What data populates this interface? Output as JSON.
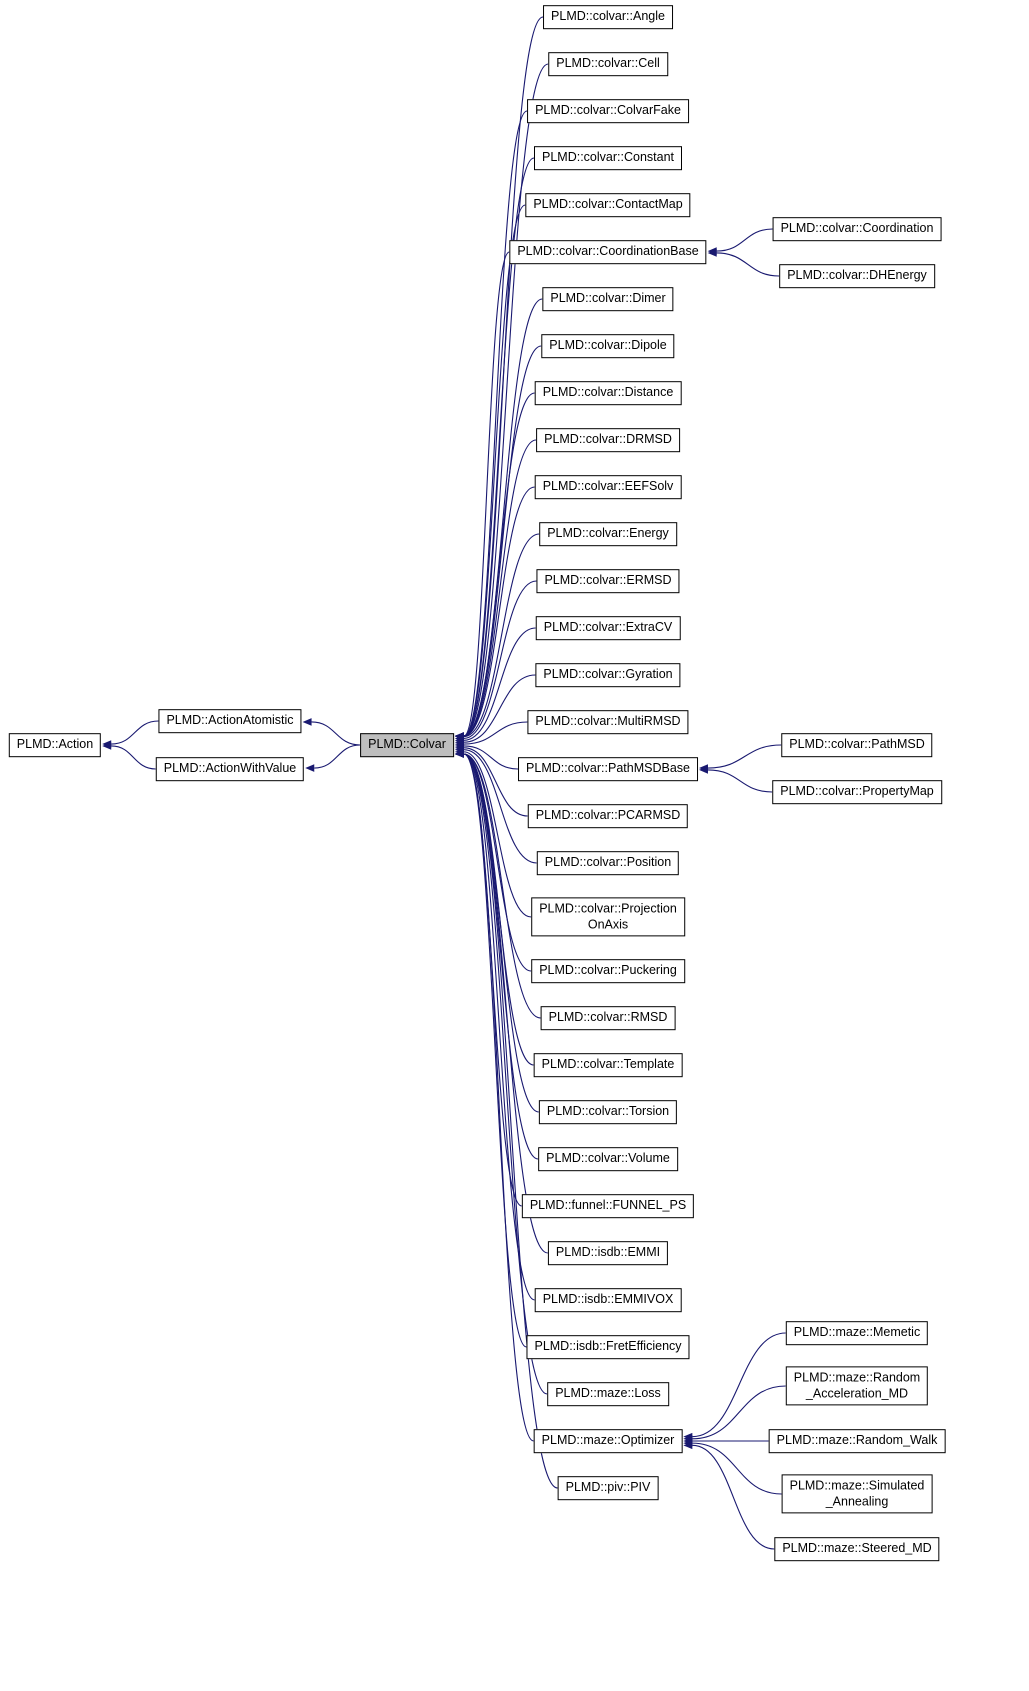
{
  "diagram": {
    "type": "class-inheritance-graph",
    "root_class": "PLMD::Colvar",
    "edge_color": "#191970",
    "highlight_fill": "#bebebe",
    "node_fill": "#ffffff",
    "node_border": "#000000"
  },
  "nodes": {
    "action": {
      "label": "PLMD::Action"
    },
    "actionatomistic": {
      "label": "PLMD::ActionAtomistic"
    },
    "actionwithvalue": {
      "label": "PLMD::ActionWithValue"
    },
    "colvar": {
      "label": "PLMD::Colvar"
    },
    "angle": {
      "label": "PLMD::colvar::Angle"
    },
    "cell": {
      "label": "PLMD::colvar::Cell"
    },
    "colvarfake": {
      "label": "PLMD::colvar::ColvarFake"
    },
    "constant": {
      "label": "PLMD::colvar::Constant"
    },
    "contactmap": {
      "label": "PLMD::colvar::ContactMap"
    },
    "coordinationbase": {
      "label": "PLMD::colvar::CoordinationBase"
    },
    "dimer": {
      "label": "PLMD::colvar::Dimer"
    },
    "dipole": {
      "label": "PLMD::colvar::Dipole"
    },
    "distance": {
      "label": "PLMD::colvar::Distance"
    },
    "drmsd": {
      "label": "PLMD::colvar::DRMSD"
    },
    "eefsolv": {
      "label": "PLMD::colvar::EEFSolv"
    },
    "energy": {
      "label": "PLMD::colvar::Energy"
    },
    "ermsd": {
      "label": "PLMD::colvar::ERMSD"
    },
    "extracv": {
      "label": "PLMD::colvar::ExtraCV"
    },
    "gyration": {
      "label": "PLMD::colvar::Gyration"
    },
    "multirmsd": {
      "label": "PLMD::colvar::MultiRMSD"
    },
    "pathmsdbase": {
      "label": "PLMD::colvar::PathMSDBase"
    },
    "pcarmsd": {
      "label": "PLMD::colvar::PCARMSD"
    },
    "position": {
      "label": "PLMD::colvar::Position"
    },
    "projectiononaxis": {
      "label": "PLMD::colvar::Projection\nOnAxis"
    },
    "puckering": {
      "label": "PLMD::colvar::Puckering"
    },
    "rmsd": {
      "label": "PLMD::colvar::RMSD"
    },
    "template": {
      "label": "PLMD::colvar::Template"
    },
    "torsion": {
      "label": "PLMD::colvar::Torsion"
    },
    "volume": {
      "label": "PLMD::colvar::Volume"
    },
    "funnelps": {
      "label": "PLMD::funnel::FUNNEL_PS"
    },
    "emmi": {
      "label": "PLMD::isdb::EMMI"
    },
    "emmivox": {
      "label": "PLMD::isdb::EMMIVOX"
    },
    "fretefficiency": {
      "label": "PLMD::isdb::FretEfficiency"
    },
    "loss": {
      "label": "PLMD::maze::Loss"
    },
    "optimizer": {
      "label": "PLMD::maze::Optimizer"
    },
    "piv": {
      "label": "PLMD::piv::PIV"
    },
    "coordination": {
      "label": "PLMD::colvar::Coordination"
    },
    "dhenergy": {
      "label": "PLMD::colvar::DHEnergy"
    },
    "pathmsd": {
      "label": "PLMD::colvar::PathMSD"
    },
    "propertymap": {
      "label": "PLMD::colvar::PropertyMap"
    },
    "memetic": {
      "label": "PLMD::maze::Memetic"
    },
    "randomaccel": {
      "label": "PLMD::maze::Random\n_Acceleration_MD"
    },
    "randomwalk": {
      "label": "PLMD::maze::Random_Walk"
    },
    "simulatedannealing": {
      "label": "PLMD::maze::Simulated\n_Annealing"
    },
    "steeredmd": {
      "label": "PLMD::maze::Steered_MD"
    }
  },
  "edges": [
    {
      "from": "actionatomistic",
      "to": "action"
    },
    {
      "from": "actionwithvalue",
      "to": "action"
    },
    {
      "from": "colvar",
      "to": "actionatomistic"
    },
    {
      "from": "colvar",
      "to": "actionwithvalue"
    },
    {
      "from": "angle",
      "to": "colvar"
    },
    {
      "from": "cell",
      "to": "colvar"
    },
    {
      "from": "colvarfake",
      "to": "colvar"
    },
    {
      "from": "constant",
      "to": "colvar"
    },
    {
      "from": "contactmap",
      "to": "colvar"
    },
    {
      "from": "coordinationbase",
      "to": "colvar"
    },
    {
      "from": "dimer",
      "to": "colvar"
    },
    {
      "from": "dipole",
      "to": "colvar"
    },
    {
      "from": "distance",
      "to": "colvar"
    },
    {
      "from": "drmsd",
      "to": "colvar"
    },
    {
      "from": "eefsolv",
      "to": "colvar"
    },
    {
      "from": "energy",
      "to": "colvar"
    },
    {
      "from": "ermsd",
      "to": "colvar"
    },
    {
      "from": "extracv",
      "to": "colvar"
    },
    {
      "from": "gyration",
      "to": "colvar"
    },
    {
      "from": "multirmsd",
      "to": "colvar"
    },
    {
      "from": "pathmsdbase",
      "to": "colvar"
    },
    {
      "from": "pcarmsd",
      "to": "colvar"
    },
    {
      "from": "position",
      "to": "colvar"
    },
    {
      "from": "projectiononaxis",
      "to": "colvar"
    },
    {
      "from": "puckering",
      "to": "colvar"
    },
    {
      "from": "rmsd",
      "to": "colvar"
    },
    {
      "from": "template",
      "to": "colvar"
    },
    {
      "from": "torsion",
      "to": "colvar"
    },
    {
      "from": "volume",
      "to": "colvar"
    },
    {
      "from": "funnelps",
      "to": "colvar"
    },
    {
      "from": "emmi",
      "to": "colvar"
    },
    {
      "from": "emmivox",
      "to": "colvar"
    },
    {
      "from": "fretefficiency",
      "to": "colvar"
    },
    {
      "from": "loss",
      "to": "colvar"
    },
    {
      "from": "optimizer",
      "to": "colvar"
    },
    {
      "from": "piv",
      "to": "colvar"
    },
    {
      "from": "coordination",
      "to": "coordinationbase"
    },
    {
      "from": "dhenergy",
      "to": "coordinationbase"
    },
    {
      "from": "pathmsd",
      "to": "pathmsdbase"
    },
    {
      "from": "propertymap",
      "to": "pathmsdbase"
    },
    {
      "from": "memetic",
      "to": "optimizer"
    },
    {
      "from": "randomaccel",
      "to": "optimizer"
    },
    {
      "from": "randomwalk",
      "to": "optimizer"
    },
    {
      "from": "simulatedannealing",
      "to": "optimizer"
    },
    {
      "from": "steeredmd",
      "to": "optimizer"
    }
  ]
}
